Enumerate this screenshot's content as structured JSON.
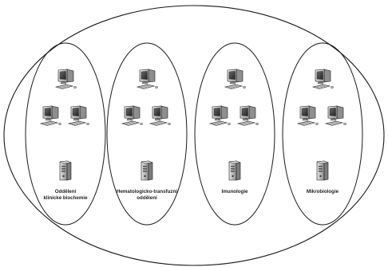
{
  "diagram": {
    "departments": [
      {
        "id": "clinical-biochemistry",
        "label_lines": [
          "Oddělení",
          "klinické biochemie"
        ]
      },
      {
        "id": "hematology-transfusion",
        "label_lines": [
          "Hematologicko-transfuzní",
          "oddělení"
        ]
      },
      {
        "id": "immunology",
        "label_lines": [
          "Imunologie"
        ]
      },
      {
        "id": "microbiology",
        "label_lines": [
          "Mikrobiologie"
        ]
      }
    ],
    "workstations_per_department": 3,
    "icons": {
      "workstation": "desktop-computer-icon",
      "server": "server-icon"
    },
    "colors": {
      "outline": "#1a1a1a",
      "monitor_body": "#d4d4d4",
      "screen": "#3a3a3a",
      "server_body": "#bdbdbd",
      "label": "#222222"
    }
  }
}
